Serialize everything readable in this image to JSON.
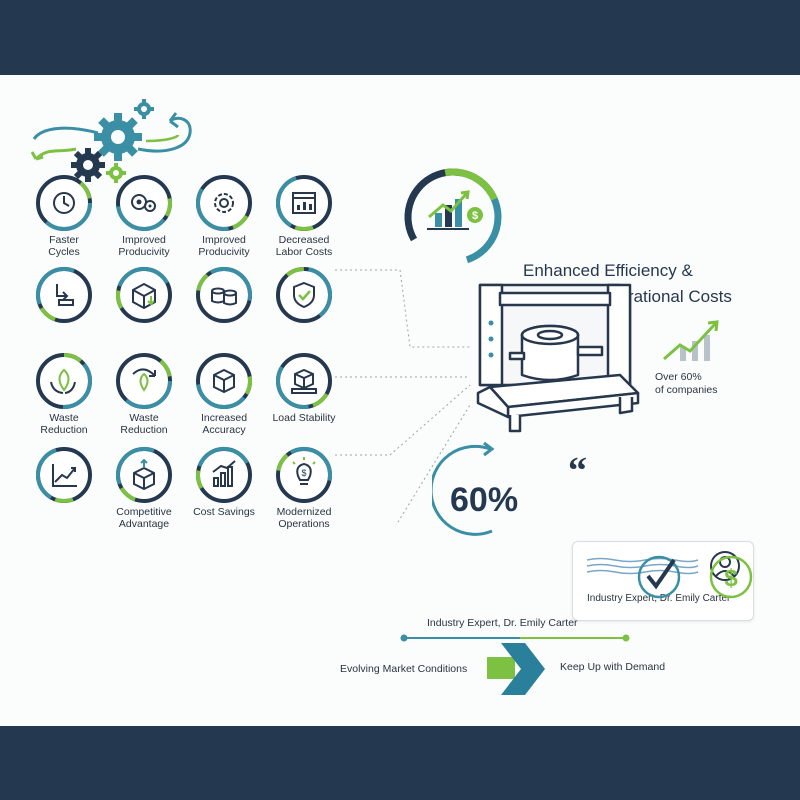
{
  "header": {
    "title_line1": "Enhanced Efficiency &",
    "title_line2": "Reduced Oparational Costs"
  },
  "benefits": [
    {
      "label_1": "Faster",
      "label_2": "Cycles",
      "icon": "clock-icon"
    },
    {
      "label_1": "Improved",
      "label_2": "Producivity",
      "icon": "gears-icon"
    },
    {
      "label_1": "Improved",
      "label_2": "Producivity",
      "icon": "gear-icon"
    },
    {
      "label_1": "Decreased",
      "label_2": "Labor Costs",
      "icon": "calendar-chart-icon"
    },
    {
      "label_1": "",
      "label_2": "",
      "icon": "pallet-arrow-icon"
    },
    {
      "label_1": "",
      "label_2": "",
      "icon": "box-arrow-icon"
    },
    {
      "label_1": "",
      "label_2": "",
      "icon": "coins-icon"
    },
    {
      "label_1": "",
      "label_2": "",
      "icon": "shield-check-icon"
    },
    {
      "label_1": "Waste",
      "label_2": "Reduction",
      "icon": "leaf-recycle-icon"
    },
    {
      "label_1": "Waste",
      "label_2": "Reduction",
      "icon": "leaf-arrow-icon"
    },
    {
      "label_1": "Increased",
      "label_2": "Accuracy",
      "icon": "box-icon"
    },
    {
      "label_1": "Load Stability",
      "label_2": "",
      "icon": "stacked-box-icon"
    },
    {
      "label_1": "",
      "label_2": "",
      "icon": "line-chart-icon"
    },
    {
      "label_1": "Competitive",
      "label_2": "Advantage",
      "icon": "box-up-icon"
    },
    {
      "label_1": "Cost Savings",
      "label_2": "",
      "icon": "bar-chart-icon"
    },
    {
      "label_1": "Modernized",
      "label_2": "Operations",
      "icon": "lightbulb-dollar-icon"
    }
  ],
  "stat": {
    "value": "60%",
    "note_1": "Over 60%",
    "note_2": "of companies"
  },
  "quote": {
    "attribution": "Industry Expert, Dr. Emily Carter"
  },
  "timeline": {
    "top_label": "Industry Expert, Dr. Emily Carter",
    "left_label": "Evolving Market Conditions",
    "right_label": "Keep Up with Demand"
  },
  "colors": {
    "navy": "#243850",
    "teal": "#3a8fa5",
    "green": "#7dc142",
    "dark": "#27384d"
  }
}
